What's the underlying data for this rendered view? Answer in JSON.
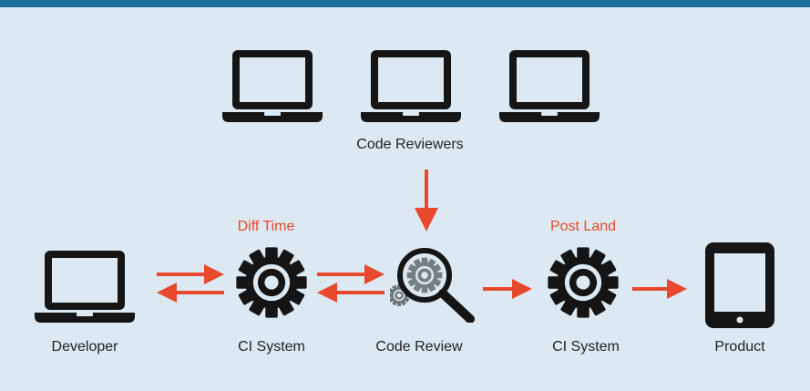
{
  "colors": {
    "header_bar": "#1a7199",
    "panel_background": "#dce9f2",
    "arrow": "#e8492c",
    "icon": "#151515",
    "text": "#222222",
    "phase_label": "#e8492c"
  },
  "labels": {
    "code_reviewers": "Code Reviewers",
    "diff_time": "Diff Time",
    "post_land": "Post Land",
    "developer": "Developer",
    "ci_system_1": "CI System",
    "code_review": "Code Review",
    "ci_system_2": "CI System",
    "product": "Product"
  },
  "icons": {
    "reviewer_laptops": [
      "laptop-icon",
      "laptop-icon",
      "laptop-icon"
    ],
    "developer": "laptop-icon",
    "ci_system_1": "gear-icon",
    "code_review": "magnifier-gear-icon",
    "ci_system_2": "gear-icon",
    "product": "tablet-icon"
  }
}
